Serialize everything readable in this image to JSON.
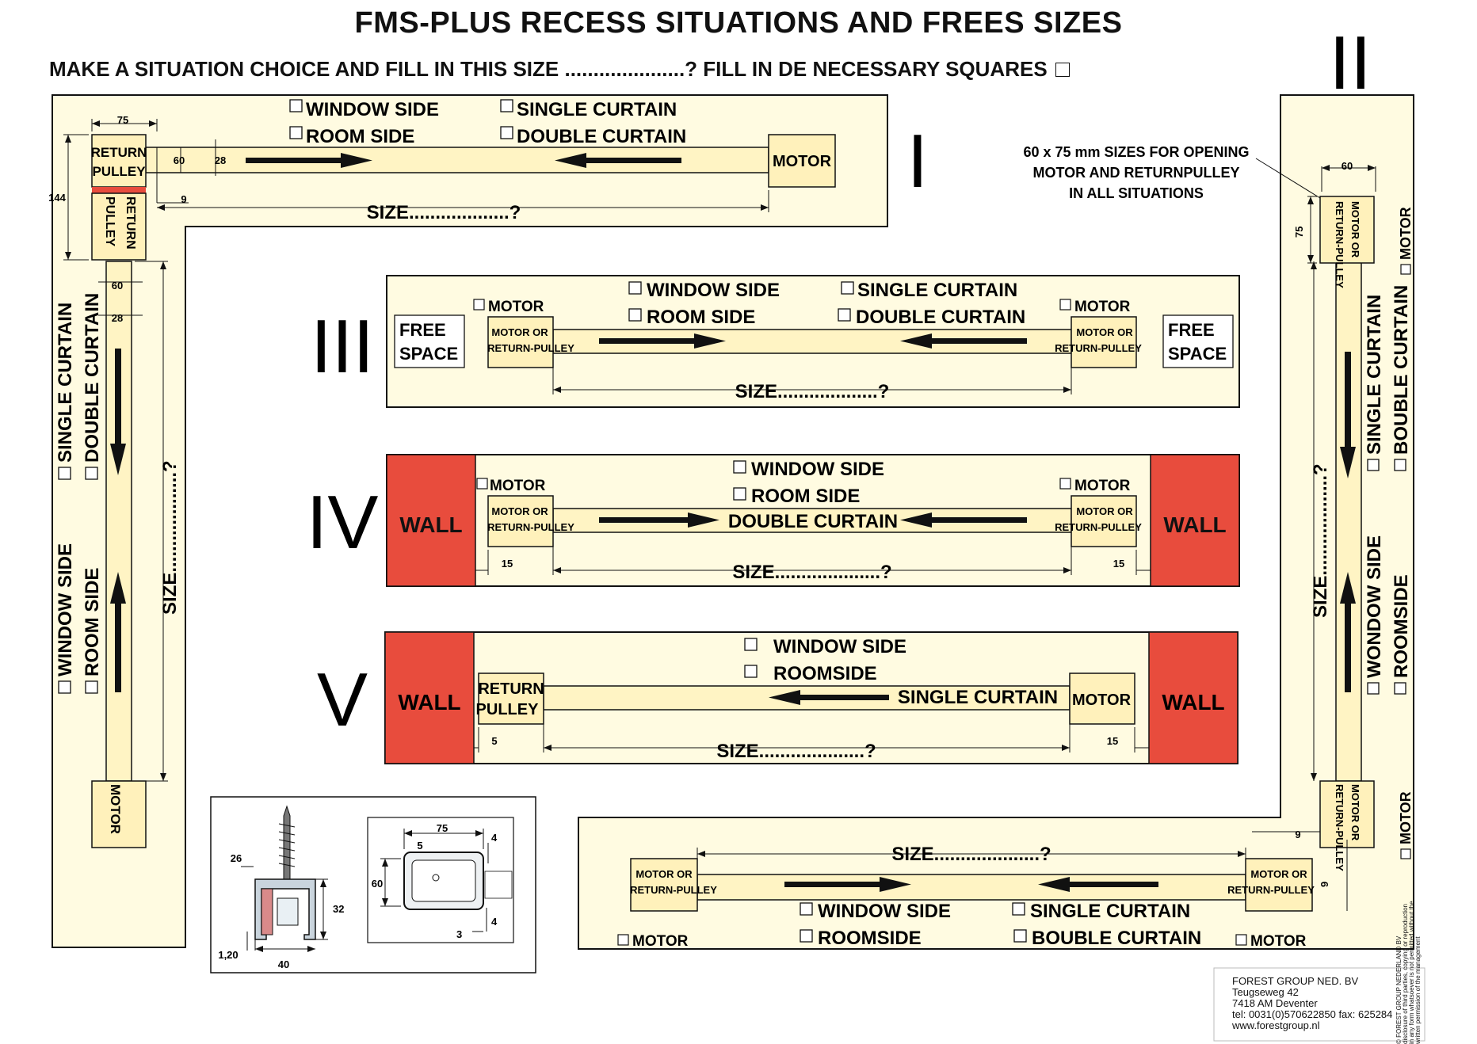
{
  "title": "FMS-PLUS RECESS SITUATIONS AND FREES SIZES",
  "subtitle": "MAKE A SITUATION CHOICE AND FILL IN THIS SIZE .....................?  FILL IN DE NECESSARY SQUARES",
  "numerals": {
    "I": "I",
    "II": "II",
    "III": "III",
    "IV": "IV",
    "V": "V"
  },
  "labels": {
    "window_side": "WINDOW SIDE",
    "room_side": "ROOM SIDE",
    "roomside": "ROOMSIDE",
    "wondow_side": "WONDOW SIDE",
    "single_curtain": "SINGLE CURTAIN",
    "double_curtain": "DOUBLE CURTAIN",
    "bouble_curtain": "BOUBLE CURTAIN",
    "motor": "MOTOR",
    "return_pulley": "RETURN PULLEY",
    "return_dash_pulley": "RETURN-PULLEY",
    "motor_or": "MOTOR OR",
    "free_space": "FREE SPACE",
    "wall": "WALL",
    "size_q": "SIZE...................?",
    "size_q_short": "SIZE....................?"
  },
  "callout_note": "60 x 75 mm SIZES FOR OPENING\nMOTOR AND RETURNPULLEY\nIN ALL SITUATIONS",
  "dims": {
    "d75": "75",
    "d60": "60",
    "d28": "28",
    "d144": "144",
    "d9": "9",
    "d15": "15",
    "d5": "5",
    "d26": "26",
    "d32": "32",
    "d40": "40",
    "d120": "1,20",
    "d4": "4",
    "d3": "3"
  },
  "company": "FOREST GROUP NED. BV\nTeugseweg 42\n7418 AM Deventer\ntel: 0031(0)570622850 fax: 625284\nwww.forestgroup.nl",
  "copyright": "© FOREST GROUP NEDERLAND BV\ndisclosure of third parties, copying or reproduction\nin any form whatsoever is not permitted without the\nwritten permission of the management",
  "colors": {
    "panel": "#fffbe1",
    "rail": "#fff4c4",
    "box": "#fff1bb",
    "wall": "#e84c3d",
    "ink": "#111111"
  }
}
